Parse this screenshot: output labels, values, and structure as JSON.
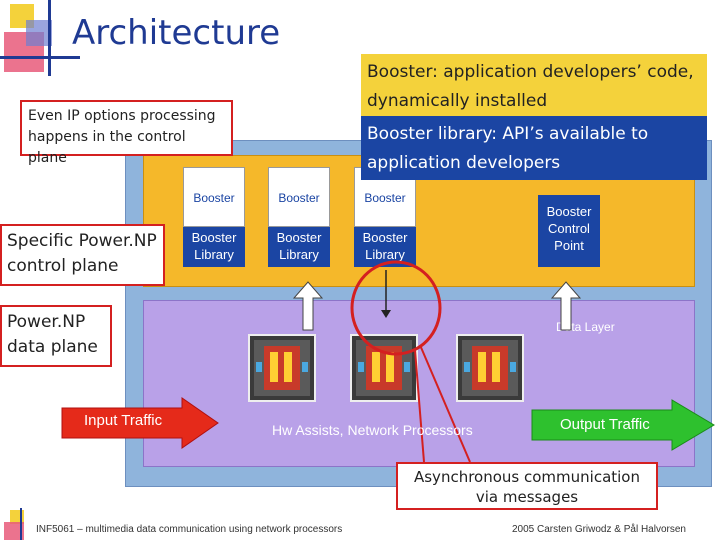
{
  "slide": {
    "title": "Architecture",
    "notes": {
      "ip_processing": "Even IP options processing happens in the control plane",
      "booster_definition": "Booster: application developers’ code, dynamically installed",
      "booster_library_definition": "Booster library: API’s available to application developers",
      "control_plane": "Specific Power.NP control plane",
      "data_plane": "Power.NP data plane",
      "async": "Asynchronous communication via messages"
    },
    "diagram": {
      "boosters": [
        "Booster",
        "Booster",
        "Booster"
      ],
      "booster_libraries": [
        "Booster Library",
        "Booster Library",
        "Booster Library"
      ],
      "control_point": "Booster Control Point",
      "data_layer": "Data Layer",
      "input_traffic": "Input Traffic",
      "output_traffic": "Output Traffic",
      "hw_assists": "Hw Assists, Network Processors"
    },
    "footer": {
      "left": "INF5061 – multimedia data communication using network processors",
      "right": "2005 Carsten Griwodz & Pål Halvorsen"
    },
    "colors": {
      "title": "#1f3a93",
      "accent_blue": "#1b45a3",
      "orange_panel": "#f5b82a",
      "purple_panel": "#b9a1e8",
      "outer_panel": "#8fb4dc",
      "red": "#d42020",
      "green": "#2ec12e"
    }
  }
}
